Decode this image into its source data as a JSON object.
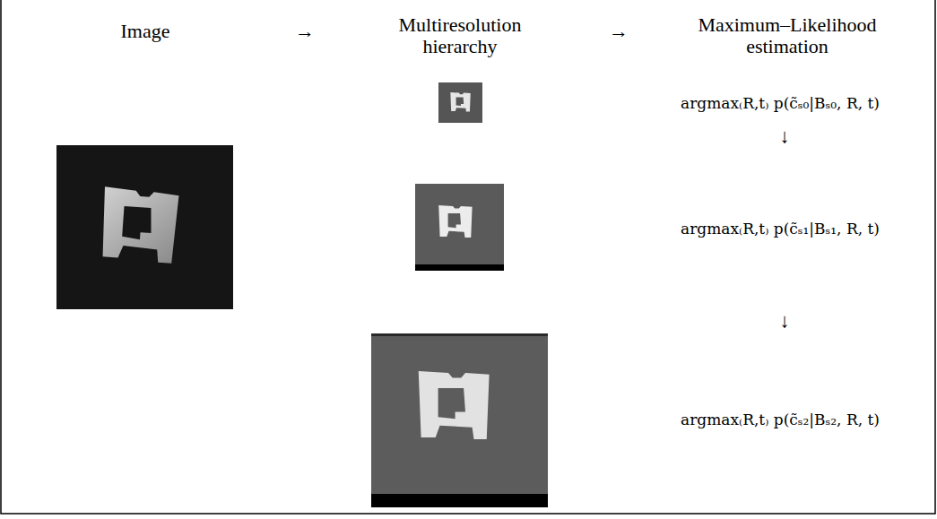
{
  "diagram": {
    "labels": [
      "Image",
      "→",
      "Multiresolution hierarchy",
      "→",
      "Maximum–Likelihood estimation",
      "argmax₍R,t₎ p(c̃ₛ₀|Bₛ₀, R, t)",
      "↓",
      "argmax₍R,t₎ p(c̃ₛ₁|Bₛ₁, R, t)",
      "↓",
      "argmax₍R,t₎ p(c̃ₛ₂|Bₛ₂, R, t)"
    ]
  }
}
